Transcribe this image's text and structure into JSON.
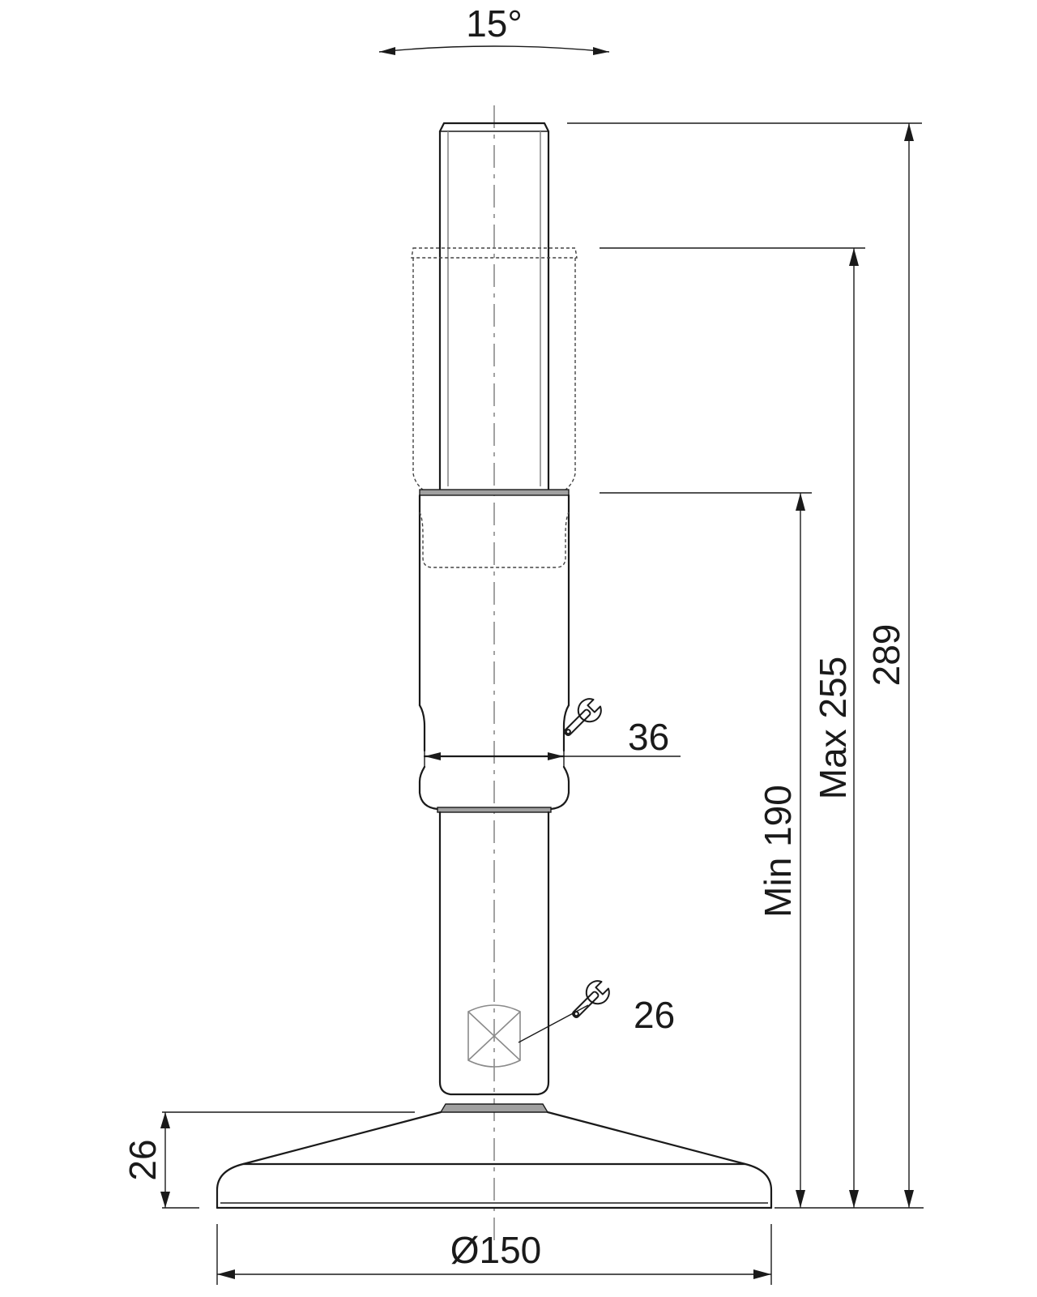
{
  "dimensions": {
    "tilt_angle": "15°",
    "overall_height": "289",
    "max_height": "Max 255",
    "min_height": "Min 190",
    "base_height": "26",
    "base_diameter": "Ø150",
    "wrench_upper": "36",
    "wrench_lower": "26"
  },
  "icons": {
    "wrench_upper": "wrench-icon",
    "wrench_lower": "wrench-icon"
  }
}
